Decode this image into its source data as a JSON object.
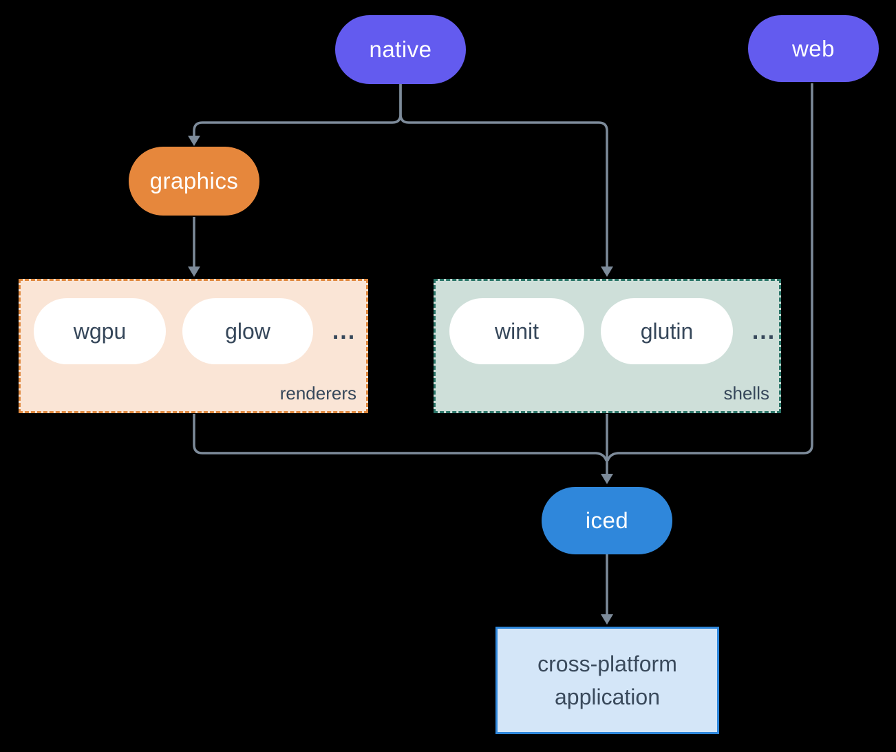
{
  "diagram": {
    "connector_color": "#7D8B9A",
    "background_color": "#000000",
    "nodes": {
      "native": {
        "label": "native",
        "color": "#635BEF",
        "text_color": "#FFFFFF"
      },
      "web": {
        "label": "web",
        "color": "#635BEF",
        "text_color": "#FFFFFF"
      },
      "graphics": {
        "label": "graphics",
        "color": "#E6873C",
        "text_color": "#FFFFFF"
      },
      "iced": {
        "label": "iced",
        "color": "#2F87DB",
        "text_color": "#FFFFFF"
      },
      "application": {
        "label_line_1": "cross-platform",
        "label_line_2": "application",
        "bg_color": "#D4E6F8",
        "border_color": "#2F87DB",
        "text_color": "#3A4A5C"
      }
    },
    "groups": {
      "renderers": {
        "label": "renderers",
        "pills": [
          "wgpu",
          "glow"
        ],
        "ellipsis": "...",
        "bg_color": "#FAE5D6",
        "border_color": "#E0893F"
      },
      "shells": {
        "label": "shells",
        "pills": [
          "winit",
          "glutin"
        ],
        "ellipsis": "...",
        "bg_color": "#CEDFD9",
        "border_color": "#2B7568"
      }
    },
    "edges": [
      {
        "from": "native",
        "to": "graphics"
      },
      {
        "from": "native",
        "to": "shells"
      },
      {
        "from": "graphics",
        "to": "renderers"
      },
      {
        "from": "renderers",
        "to": "iced"
      },
      {
        "from": "shells",
        "to": "iced"
      },
      {
        "from": "web",
        "to": "iced"
      },
      {
        "from": "iced",
        "to": "application"
      }
    ]
  }
}
